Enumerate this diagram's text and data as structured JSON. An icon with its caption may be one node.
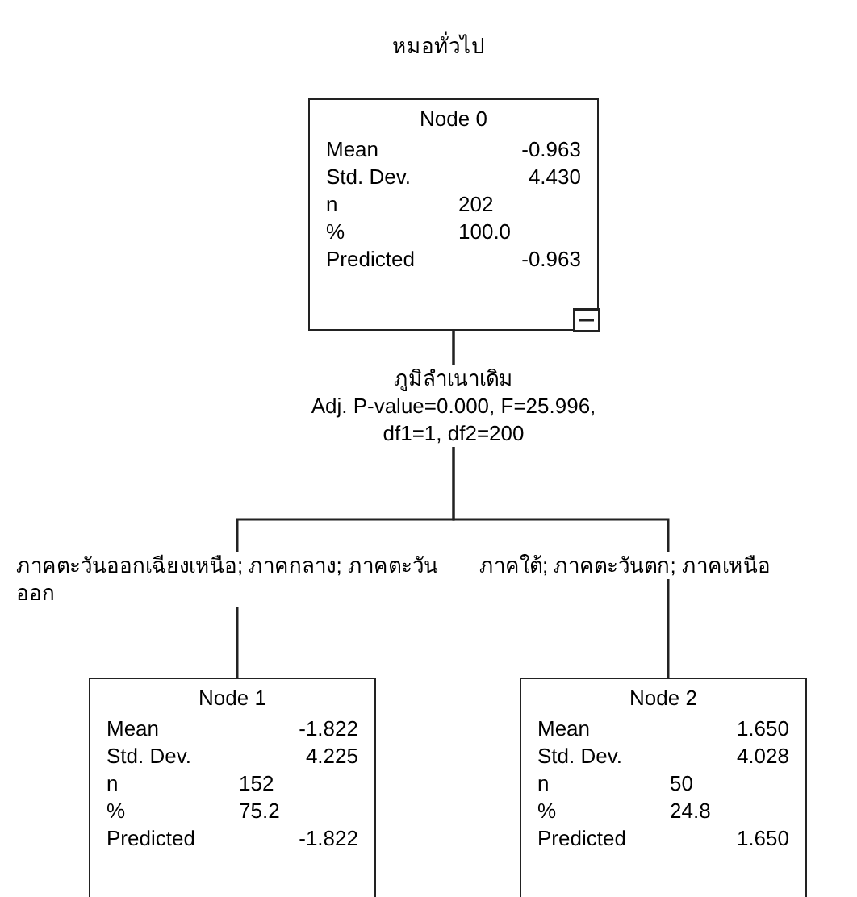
{
  "diagram": {
    "title": "หมอทั่วไป",
    "nodes": [
      {
        "text": [
          "Node 0",
          "Mean",
          "-0.963",
          "Std. Dev.",
          "4.430",
          "n",
          "202",
          "%",
          "100.0",
          "Predicted",
          "-0.963"
        ]
      },
      {
        "text": [
          "Node 1",
          "Mean",
          "-1.822",
          "Std. Dev.",
          "4.225",
          "n",
          "152",
          "%",
          "75.2",
          "Predicted",
          "-1.822"
        ]
      },
      {
        "text": [
          "Node 2",
          "Mean",
          "1.650",
          "Std. Dev.",
          "4.028",
          "n",
          "50",
          "%",
          "24.8",
          "Predicted",
          "1.650"
        ]
      }
    ],
    "edges": [
      {
        "from": 0,
        "to": 1,
        "arrow": "none",
        "label": "ภาคตะวันออกเฉียงเหนือ; ภาคกลาง; ภาคตะวันออก"
      },
      {
        "from": 0,
        "to": 2,
        "arrow": "none",
        "label": "ภาคใต้; ภาคตะวันตก; ภาคเหนือ"
      }
    ],
    "labels": [
      "ภูมิลำเนาเดิม",
      "Adj. P-value=0.000, F=25.996, df1=1, df2=200"
    ]
  }
}
